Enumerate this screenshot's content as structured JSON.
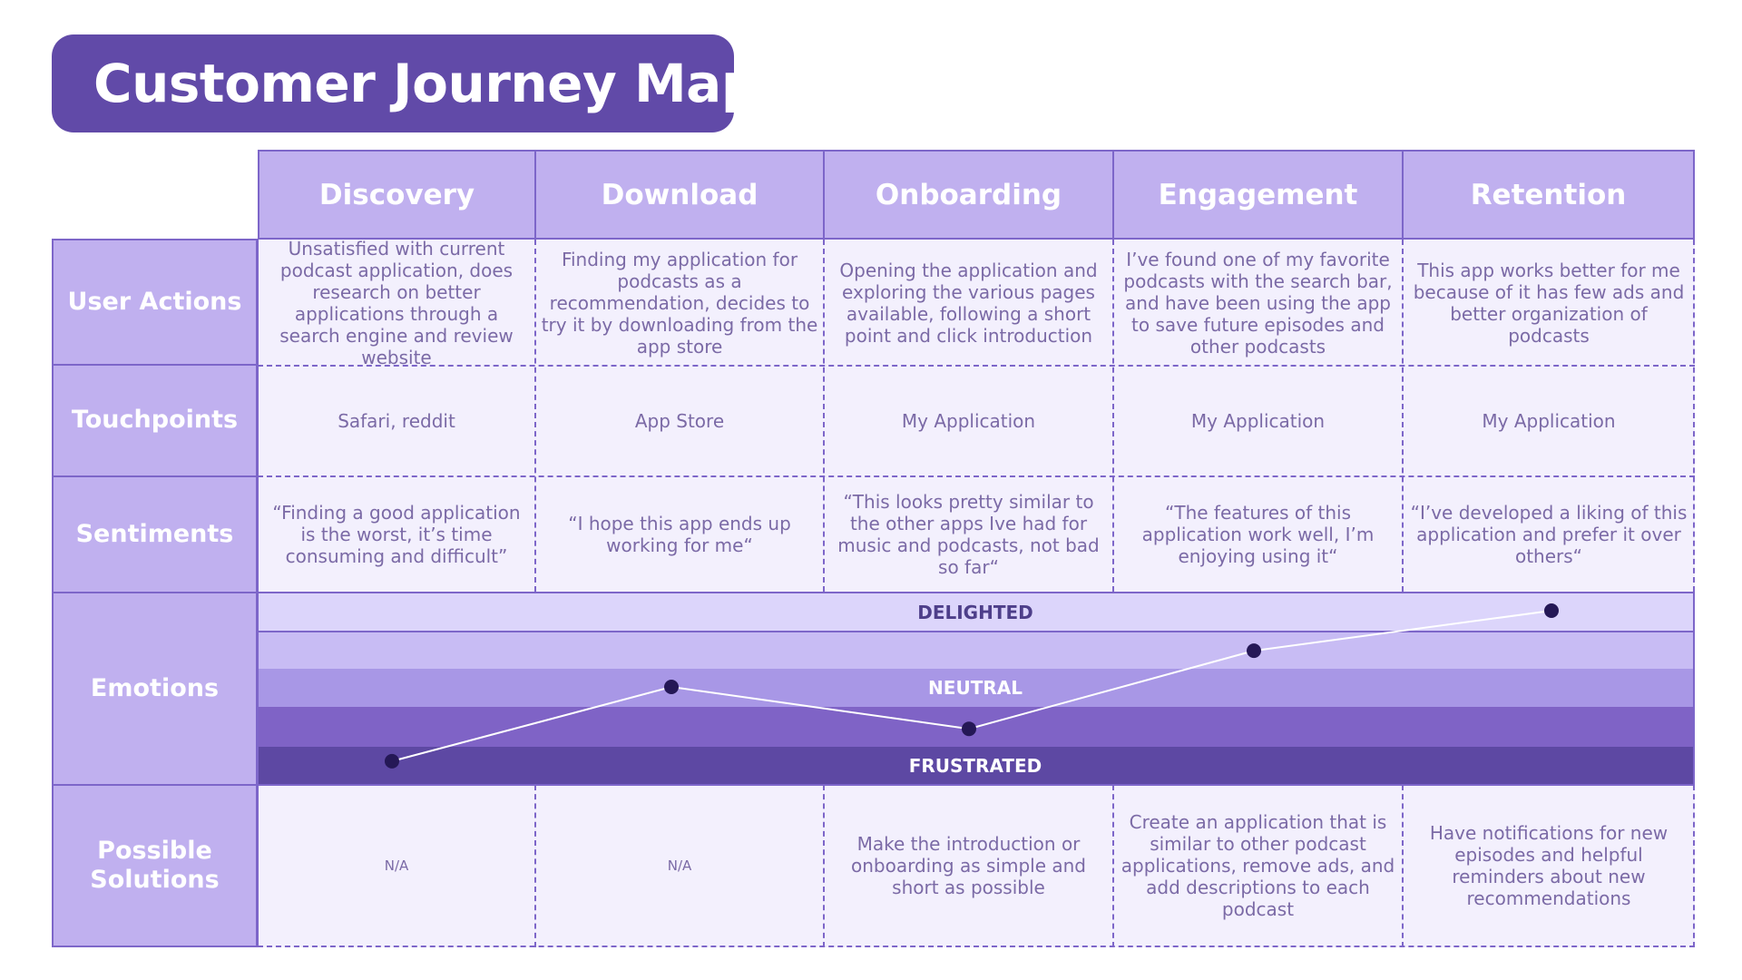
{
  "title": "Customer Journey Map",
  "stages": [
    "Discovery",
    "Download",
    "Onboarding",
    "Engagement",
    "Retention"
  ],
  "rows": {
    "user_actions": {
      "label": "User Actions",
      "cells": [
        "Unsatisfied with current podcast application, does research on better applications through a search engine and review website",
        "Finding my application for podcasts as a recommendation, decides to try it by downloading from the app store",
        "Opening the application and exploring the various pages available, following a short point and click introduction",
        "I’ve found one of my favorite podcasts with the search bar, and have been using the app to save future episodes and other podcasts",
        "This app works better for me because of it has few ads and better organization of podcasts"
      ]
    },
    "touchpoints": {
      "label": "Touchpoints",
      "cells": [
        "Safari, reddit",
        "App Store",
        "My Application",
        "My Application",
        "My Application"
      ]
    },
    "sentiments": {
      "label": "Sentiments",
      "cells": [
        "“Finding a good application is the worst, it’s time consuming and difficult”",
        "“I hope this app ends up working for me“",
        "“This looks pretty similar to the other apps Ive had for music and podcasts, not bad so far“",
        "“The features of this application work well, I’m enjoying using it“",
        "“I’ve developed a liking of this application and prefer it over others“"
      ]
    },
    "emotions": {
      "label": "Emotions",
      "levels": {
        "delighted": "DELIGHTED",
        "neutral": "NEUTRAL",
        "frustrated": "FRUSTRATED"
      }
    },
    "solutions": {
      "label": "Possible Solutions",
      "cells": [
        "N/A",
        "N/A",
        "Make the introduction or onboarding as simple and short as possible",
        "Create an application that is similar to other podcast applications, remove ads, and add descriptions to each podcast",
        "Have notifications for new episodes and helpful reminders about new recommendations"
      ]
    }
  },
  "chart_data": {
    "type": "line",
    "categories": [
      "Discovery",
      "Download",
      "Onboarding",
      "Engagement",
      "Retention"
    ],
    "levels": [
      "FRUSTRATED",
      "",
      "NEUTRAL",
      "",
      "DELIGHTED"
    ],
    "values": [
      0.05,
      2.0,
      0.9,
      2.95,
      4.0
    ],
    "ylim": [
      0,
      4
    ]
  },
  "colors": {
    "title_bg": "#614aa8",
    "header_bg": "#c0b0ef",
    "border": "#7d66c9",
    "cell_bg": "#f3f0fd",
    "text": "#7b6aa6",
    "band_delighted": "#dcd5fb",
    "band_2": "#c8bcf4",
    "band_neutral": "#a897e6",
    "band_4": "#7f63c6",
    "band_frustrated": "#5d48a3",
    "point": "#251856",
    "line": "#ffffff"
  }
}
